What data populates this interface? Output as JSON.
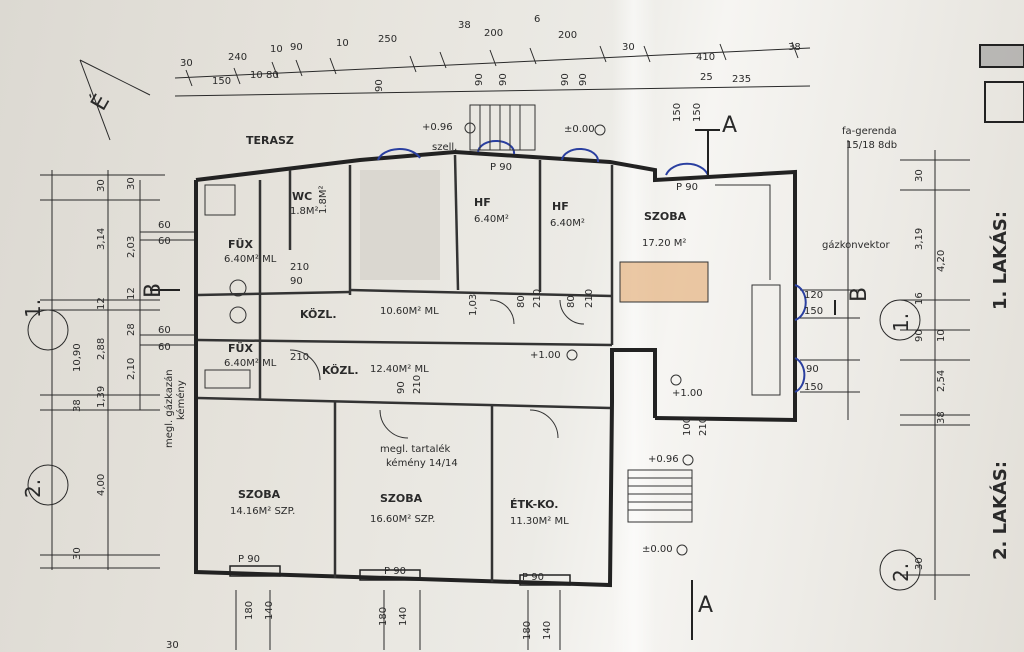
{
  "plan": {
    "section_labels": [
      "A",
      "A",
      "B",
      "B"
    ],
    "axis_labels": {
      "one_left": "1.",
      "two_left": "2.",
      "one_right": "1.",
      "two_right": "2."
    },
    "apartments": {
      "first": "1. LAKÁS:",
      "second": "2. LAKÁS:"
    },
    "north_mark": "É",
    "rooms": [
      {
        "name": "TERASZ",
        "area": ""
      },
      {
        "name": "WC",
        "area": "1.8M²"
      },
      {
        "name": "",
        "area": "1.8M²"
      },
      {
        "name": "FÜX",
        "area": "6.40M² ML"
      },
      {
        "name": "FÜX",
        "area": "6.40M² ML"
      },
      {
        "name": "HF",
        "area": "6.40M²"
      },
      {
        "name": "HF",
        "area": "6.40M²"
      },
      {
        "name": "SZOBA",
        "area": "17.20 M²"
      },
      {
        "name": "KÖZL.",
        "area": "10.60M² ML"
      },
      {
        "name": "KÖZL.",
        "area": "12.40M² ML"
      },
      {
        "name": "SZOBA",
        "area": "14.16M² SZP."
      },
      {
        "name": "SZOBA",
        "area": "16.60M² SZP."
      },
      {
        "name": "ÉTK-KO.",
        "area": "11.30M² ML"
      }
    ],
    "notes": [
      "szell.",
      "fa-gerenda",
      "15/18 8db",
      "gázkonvektor",
      "megl. tartalék",
      "kémény 14/14",
      "megl. gázkazán",
      "kémény"
    ],
    "levels": [
      "+0.96",
      "±0.00",
      "+1.00",
      "+1.00",
      "+0.96",
      "±0.00"
    ],
    "top_dims_row1": [
      "30",
      "240",
      "10",
      "90",
      "10",
      "250",
      "38",
      "200",
      "6",
      "200",
      "30",
      "410",
      "38"
    ],
    "top_dims_row2": [
      "150",
      "10",
      "80",
      "25",
      "235"
    ],
    "window_dims_top": [
      "90",
      "90",
      "90",
      "90",
      "150",
      "150",
      "90"
    ],
    "left_dims": [
      "10,90",
      "30",
      "3,14",
      "12",
      "2,88",
      "1,39",
      "38",
      "4,00",
      "30"
    ],
    "left_dims_inner": [
      "30",
      "2,03",
      "12",
      "2,10",
      "28",
      "60",
      "60",
      "60",
      "60"
    ],
    "right_dims": [
      "30",
      "3,19",
      "16",
      "4,20",
      "90",
      "10",
      "2,54",
      "38",
      "30"
    ],
    "window_dims_right": [
      "120",
      "150",
      "90",
      "150"
    ],
    "bottom_dims": [
      "180",
      "140",
      "180",
      "140",
      "180",
      "140",
      "30"
    ],
    "door_labels": [
      "P 90",
      "P 90",
      "P 90",
      "P 90",
      "P 90"
    ],
    "misc_dims": [
      "210",
      "90",
      "210",
      "80",
      "210",
      "1,03",
      "80",
      "210",
      "100",
      "210",
      "90",
      "210"
    ]
  }
}
